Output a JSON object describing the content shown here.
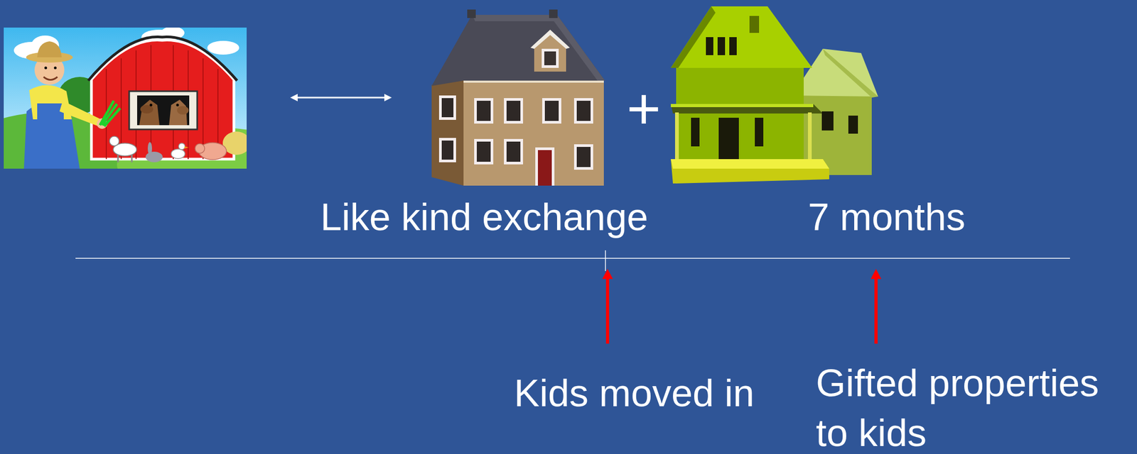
{
  "diagram": {
    "labels": [
      "+",
      "Like kind exchange",
      "7 months",
      "Kids moved in",
      "Gifted properties to kids"
    ]
  }
}
